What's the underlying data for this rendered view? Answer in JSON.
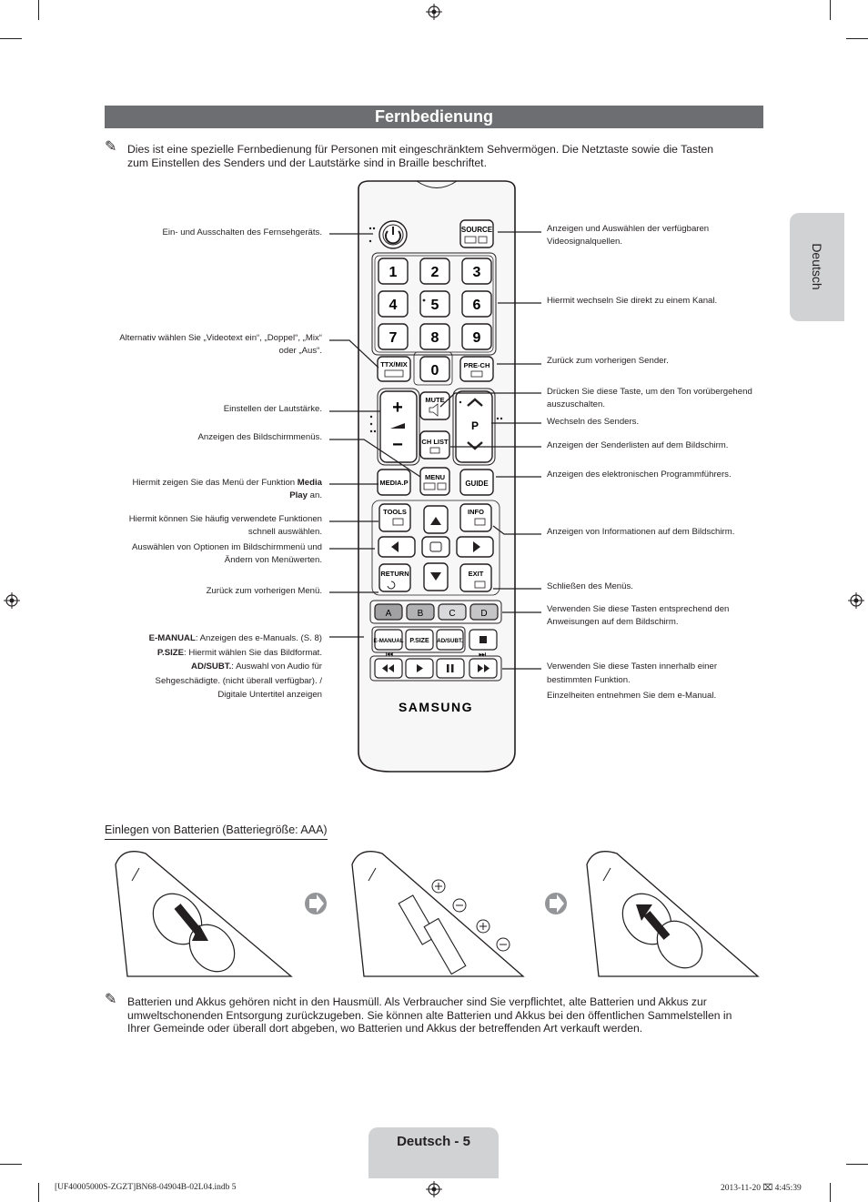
{
  "page": {
    "title": "Fernbedienung",
    "side_tab": "Deutsch",
    "intro_note": "Dies ist eine spezielle Fernbedienung für Personen mit eingeschränktem Sehvermögen. Die Netztaste sowie die Tasten zum Einstellen des Senders und der Lautstärke sind in Braille beschriftet.",
    "battery_heading": "Einlegen von Batterien (Batteriegröße: AAA)",
    "battery_note": "Batterien und Akkus gehören nicht in den Hausmüll. Als Verbraucher sind Sie verpflichtet, alte Batterien und Akkus zur umweltschonenden Entsorgung zurückzugeben. Sie können alte Batterien und Akkus bei den öffentlichen Sammelstellen in Ihrer Gemeinde oder überall dort abgeben, wo Batterien und Akkus der betreffenden Art verkauft werden.",
    "footer_page": "Deutsch - 5",
    "slug_left": "[UF40005000S-ZGZT]BN68-04904B-02L04.indb   5",
    "slug_right": "2013-11-20   ⌧ 4:45:39"
  },
  "labels_left": {
    "power": "Ein- und Ausschalten des Fernsehgeräts.",
    "ttx_1": "Alternativ wählen Sie „Videotext ein“, „Doppel“, „Mix“",
    "ttx_2": "oder „Aus“.",
    "volume": "Einstellen der Lautstärke.",
    "menu": "Anzeigen des Bildschirmmenüs.",
    "mediap_1": "Hiermit zeigen Sie das Menü der Funktion",
    "mediap_bold_1": "Media",
    "mediap_bold_2": "Play",
    "mediap_2": "an.",
    "tools_1": "Hiermit können Sie häufig verwendete Funktionen",
    "tools_2": "schnell auswählen.",
    "nav_1": "Auswählen von Optionen im Bildschirmmenü und",
    "nav_2": "Ändern von Menüwerten.",
    "return": "Zurück zum vorherigen Menü.",
    "emanual_bold": "E-MANUAL",
    "emanual": ": Anzeigen des e-Manuals. (S. 8)",
    "psize_bold": "P.SIZE",
    "psize": ": Hiermit wählen Sie das Bildformat.",
    "adsubt_bold": "AD/SUBT.",
    "adsubt_1": ": Auswahl von Audio für",
    "adsubt_2": "Sehgeschädigte. (nicht überall verfügbar). /",
    "adsubt_3": "Digitale Untertitel anzeigen"
  },
  "labels_right": {
    "source_1": "Anzeigen und Auswählen der verfügbaren",
    "source_2": "Videosignalquellen.",
    "numbers": "Hiermit wechseln Sie direkt zu einem Kanal.",
    "prech": "Zurück zum vorherigen Sender.",
    "mute_1": "Drücken Sie diese Taste, um den Ton vorübergehend",
    "mute_2": "auszuschalten.",
    "channel": "Wechseln des Senders.",
    "chlist": "Anzeigen der Senderlisten auf dem Bildschirm.",
    "guide": "Anzeigen des elektronischen Programmführers.",
    "info": "Anzeigen von Informationen auf dem Bildschirm.",
    "exit": "Schließen des Menüs.",
    "color_1": "Verwenden Sie diese Tasten entsprechend den",
    "color_2": "Anweisungen auf dem Bildschirm.",
    "playback_1": "Verwenden Sie diese Tasten innerhalb einer",
    "playback_2": "bestimmten Funktion.",
    "playback_3": "Einzelheiten entnehmen Sie dem e-Manual."
  },
  "remote": {
    "brand": "SAMSUNG",
    "source": "SOURCE",
    "digits": [
      "1",
      "2",
      "3",
      "4",
      "5",
      "6",
      "7",
      "8",
      "9",
      "0"
    ],
    "ttx": "TTX/MIX",
    "prech": "PRE-CH",
    "mute": "MUTE",
    "chlist": "CH LIST",
    "ch_p": "P",
    "mediap": "MEDIA.P",
    "menu": "MENU",
    "guide": "GUIDE",
    "tools": "TOOLS",
    "info": "INFO",
    "return": "RETURN",
    "exit": "EXIT",
    "color_keys": [
      "A",
      "B",
      "C",
      "D"
    ],
    "emanual": "E-MANUAL",
    "psize": "P.SIZE",
    "adsubt": "AD/SUBT.",
    "vol_plus": "+",
    "vol_minus": "−"
  },
  "colors": {
    "title_bar": "#6d6e71",
    "tab_gray": "#d1d2d4",
    "key_a": "#a1a1a4",
    "key_b": "#b2b2b5",
    "key_c": "#d9d9db",
    "key_d": "#c5c5c8"
  },
  "icons": [
    "pencil-note-icon",
    "power-icon",
    "arrow-right-circle-icon",
    "plus-icon",
    "minus-icon"
  ]
}
